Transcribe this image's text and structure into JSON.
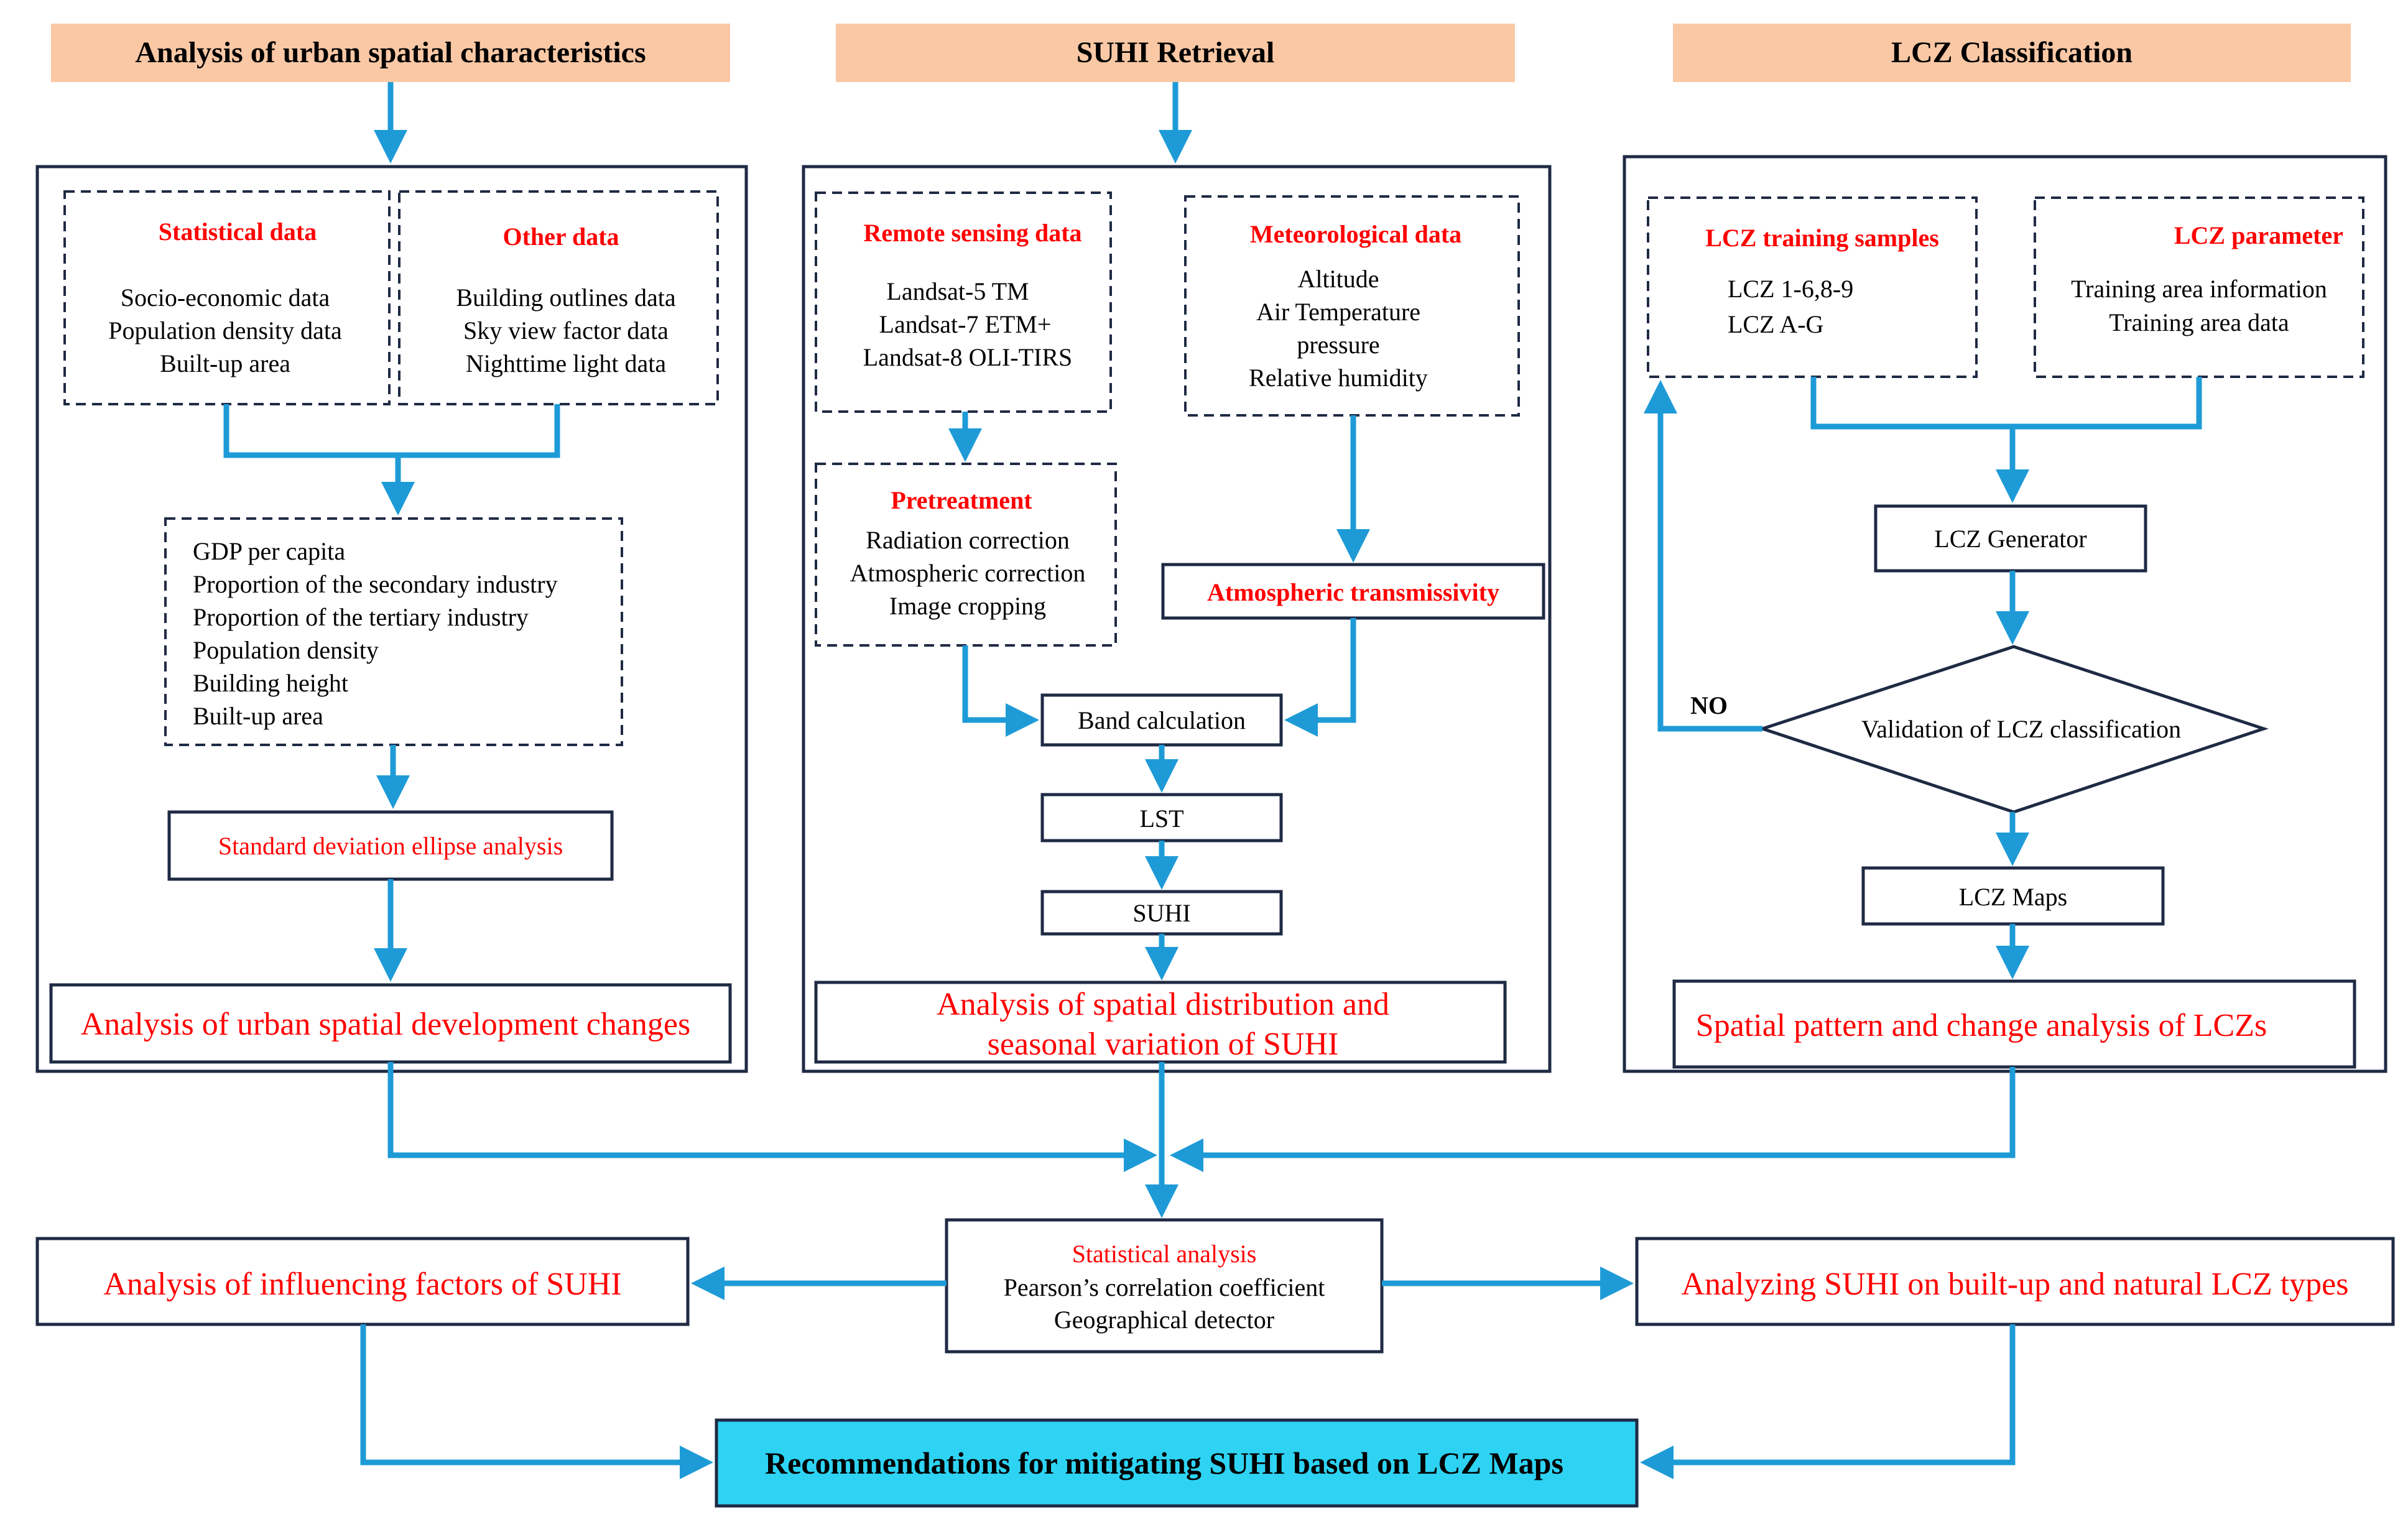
{
  "headers": {
    "left": "Analysis of urban spatial characteristics",
    "middle": "SUHI Retrieval",
    "right": "LCZ Classification"
  },
  "left_panel": {
    "statistical": {
      "title": "Statistical data",
      "items": [
        "Socio-economic data",
        "Population density data",
        "Built-up area"
      ]
    },
    "other": {
      "title": "Other data",
      "items": [
        "Building outlines data",
        "Sky view factor data",
        "Nighttime light data"
      ]
    },
    "indicators": [
      "GDP per capita",
      "Proportion of the secondary industry",
      "Proportion of the tertiary industry",
      "Population density",
      "Building height",
      "Built-up area"
    ],
    "ellipse": "Standard deviation ellipse analysis",
    "result": "Analysis of urban spatial development changes"
  },
  "middle_panel": {
    "remote": {
      "title": "Remote sensing data",
      "items": [
        "Landsat-5 TM",
        "Landsat-7 ETM+",
        "Landsat-8 OLI-TIRS"
      ]
    },
    "meteo": {
      "title": "Meteorological data",
      "items": [
        "Altitude",
        "Air Temperature",
        "pressure",
        "Relative humidity"
      ]
    },
    "pre": {
      "title": "Pretreatment",
      "items": [
        "Radiation correction",
        "Atmospheric correction",
        "Image cropping"
      ]
    },
    "atm": "Atmospheric transmissivity",
    "band": "Band calculation",
    "lst": "LST",
    "suhi": "SUHI",
    "result": [
      "Analysis of spatial distribution and",
      "seasonal variation of SUHI"
    ]
  },
  "right_panel": {
    "samples": {
      "title": "LCZ training samples",
      "items": [
        "LCZ 1-6,8-9",
        "LCZ A-G"
      ]
    },
    "params": {
      "title": "LCZ parameter",
      "items": [
        "Training area information",
        "Training area data"
      ]
    },
    "generator": "LCZ Generator",
    "validation": "Validation of LCZ classification",
    "no_label": "NO",
    "maps": "LCZ Maps",
    "result": "Spatial pattern and change analysis of LCZs"
  },
  "bottom": {
    "stat": {
      "title": "Statistical analysis",
      "items": [
        "Pearson’s correlation coefficient",
        "Geographical detector"
      ]
    },
    "left": "Analysis of influencing factors of SUHI",
    "right": "Analyzing SUHI on built-up and natural LCZ types",
    "final": "Recommendations for mitigating SUHI based on LCZ Maps"
  },
  "colors": {
    "header_fill": "#FAC8A5",
    "arrow": "#1E9BD7",
    "box_border": "#1F2A44",
    "red_text": "#FF0000",
    "final_fill": "#2ED3F3"
  }
}
